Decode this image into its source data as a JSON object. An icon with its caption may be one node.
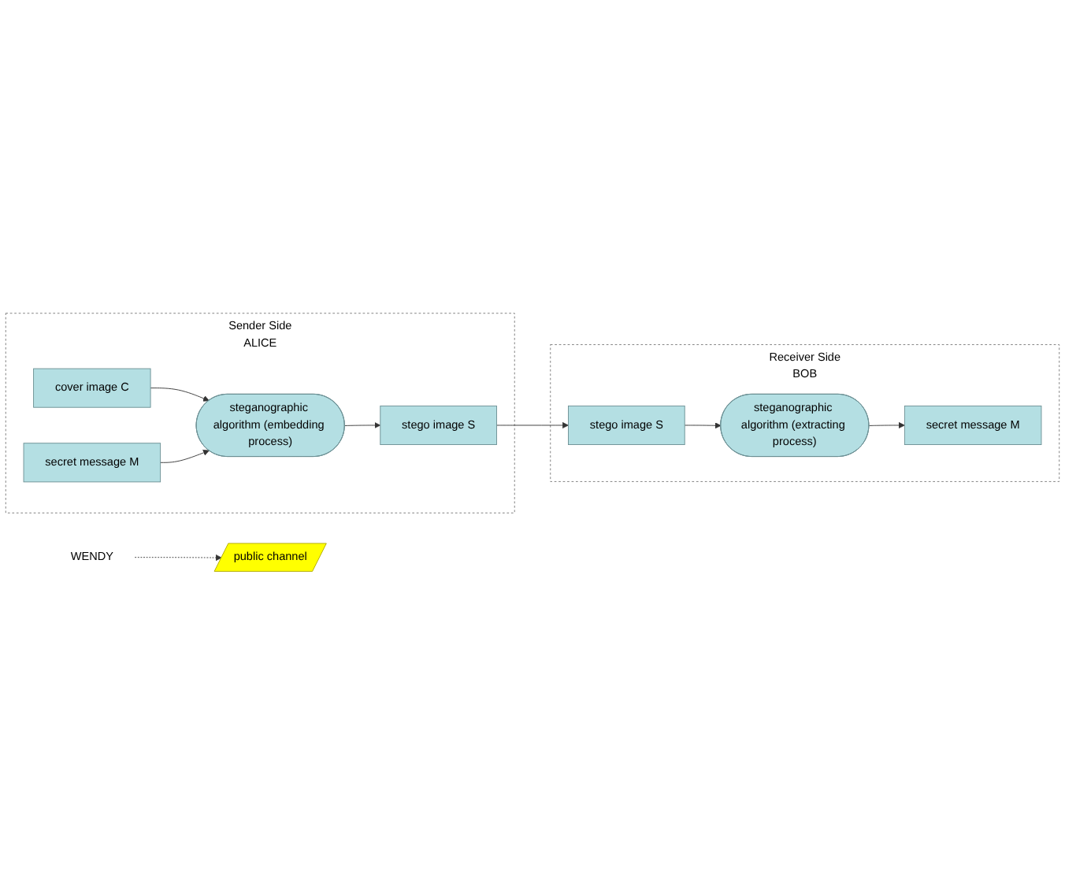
{
  "diagram": {
    "nodes": [
      {
        "text": [
          "Sender Side",
          "ALICE"
        ]
      },
      {
        "text": [
          "cover image C"
        ],
        "in": 0
      },
      {
        "text": [
          "secret message M"
        ],
        "in": 0
      },
      {
        "text": [
          "steganographic algorithm (embedding process)"
        ],
        "in": 0
      },
      {
        "text": [
          "stego image S"
        ],
        "in": 0
      },
      {
        "text": [
          "WENDY"
        ]
      },
      {
        "text": [
          "public channel"
        ]
      },
      {
        "text": [
          "Receiver Side",
          "BOB"
        ]
      },
      {
        "text": [
          "stego image S"
        ],
        "in": 7
      },
      {
        "text": [
          "steganographic algorithm (extracting process)"
        ],
        "in": 7
      },
      {
        "text": [
          "secret message M"
        ],
        "in": 7
      }
    ],
    "edges": [
      {
        "from": 1,
        "to": 3,
        "arrow": "to"
      },
      {
        "from": 2,
        "to": 3,
        "arrow": "to"
      },
      {
        "from": 3,
        "to": 4,
        "arrow": "to"
      },
      {
        "from": 4,
        "to": 8,
        "arrow": "to"
      },
      {
        "from": 5,
        "to": 6,
        "arrow": "to",
        "style": "dashed"
      },
      {
        "from": 8,
        "to": 9,
        "arrow": "to"
      },
      {
        "from": 9,
        "to": 10,
        "arrow": "to"
      }
    ]
  }
}
